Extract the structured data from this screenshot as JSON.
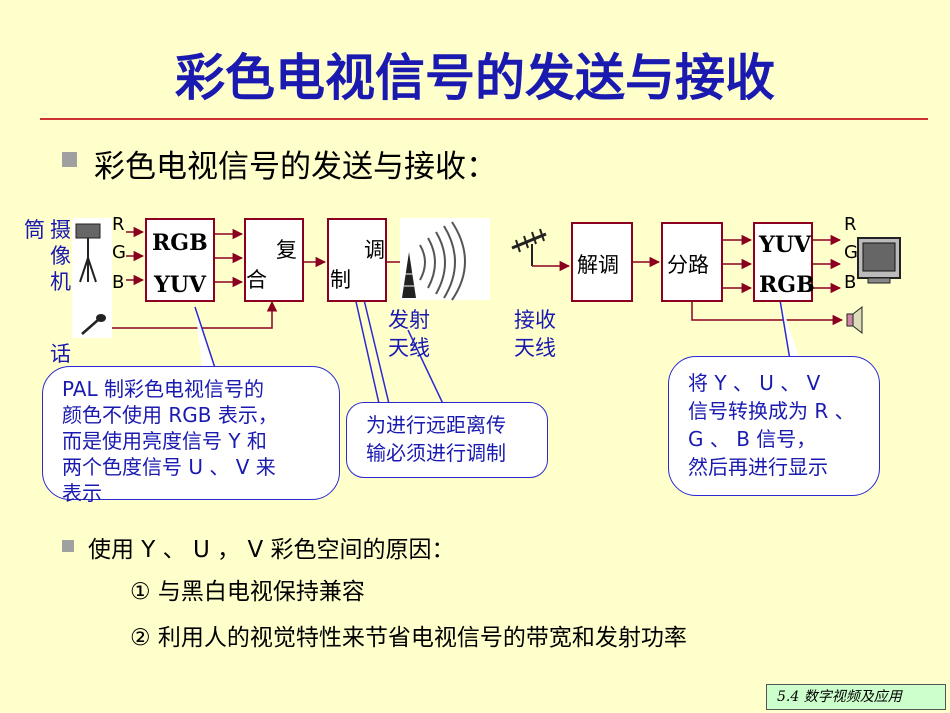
{
  "title": "彩色电视信号的发送与接收",
  "bullet1": "彩色电视信号的发送与接收：",
  "camera_label_1": "摄",
  "camera_label_2": "像",
  "camera_label_3": "机",
  "camera_label_tube": "筒",
  "mic_label": "话",
  "rgb_left": [
    "R",
    "G",
    "B"
  ],
  "rgb_right": [
    "R",
    "G",
    "B"
  ],
  "blocks": {
    "rgb_yuv_top": "RGB",
    "rgb_yuv_bottom": "YUV",
    "mux_top": "复",
    "mux_bottom": "合",
    "mod_top": "调",
    "mod_bottom": "制",
    "demod": "解调",
    "split": "分路",
    "yuv_rgb_top": "YUV",
    "yuv_rgb_bottom": "RGB"
  },
  "tx_antenna": [
    "发射",
    "天线"
  ],
  "rx_antenna": [
    "接收",
    "天线"
  ],
  "bubble_left": [
    "PAL 制彩色电视信号的",
    "颜色不使用 RGB 表示，",
    "而是使用亮度信号 Y 和",
    "两个色度信号 U 、 V 来",
    "表示"
  ],
  "bubble_mid": [
    "为进行远距离传",
    "输必须进行调制"
  ],
  "bubble_right": [
    "将 Y 、 U 、 V",
    "信号转换成为 R 、",
    "G 、 B  信号，",
    "然后再进行显示"
  ],
  "bullet2": "使用 Y 、 U ， V 彩色空间的原因：",
  "reason1": "① 与黑白电视保持兼容",
  "reason2": "② 利用人的视觉特性来节省电视信号的带宽和发射功率",
  "footer": "5.4  数字视频及应用",
  "colors": {
    "title": "#1a1ab0",
    "rule": "#cc3333",
    "block_border": "#8b0020",
    "bubble_border": "#2a2ad0",
    "background": "#ffffcc"
  }
}
